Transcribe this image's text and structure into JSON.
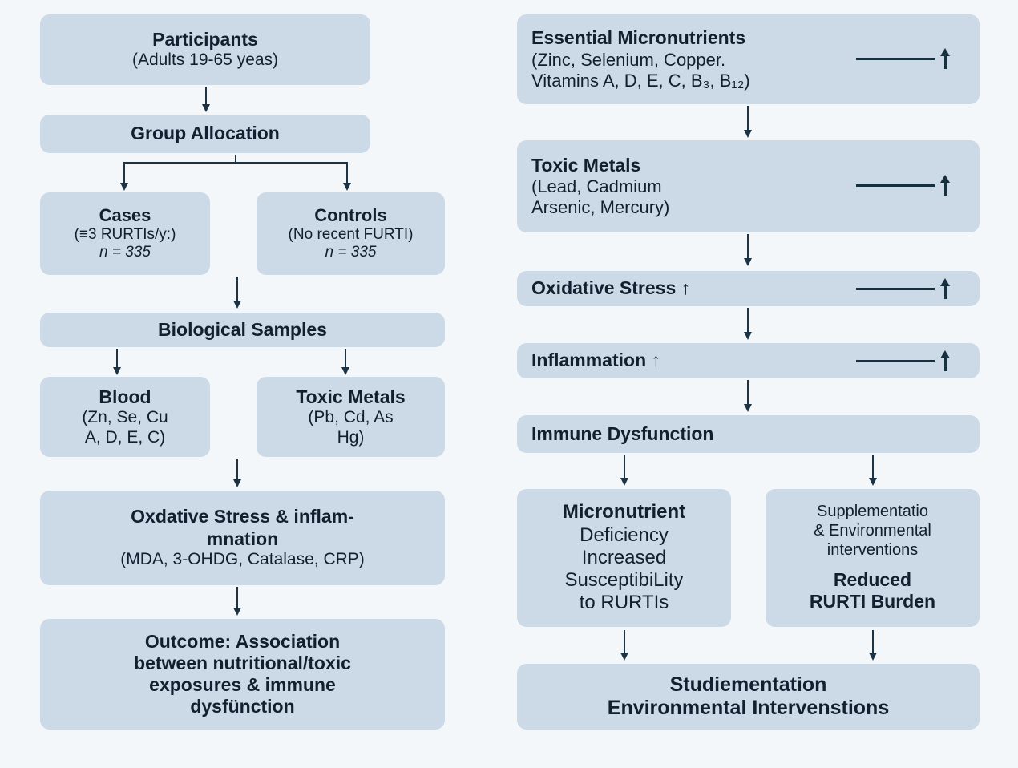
{
  "colors": {
    "background": "#f4f7fa",
    "box_fill": "#ccd9e6",
    "text": "#10202e",
    "arrow": "#1d3344",
    "link_line": "#16303f"
  },
  "diagram": {
    "type": "flowchart",
    "title": "",
    "left_column": {
      "nodes": [
        {
          "id": "participants",
          "lines": [
            {
              "text": "Participants",
              "bold": true
            },
            {
              "text": "(Adults 19-65 yeas)",
              "bold": false
            }
          ]
        },
        {
          "id": "group-allocation",
          "lines": [
            {
              "text": "Group Allocation",
              "bold": true
            }
          ]
        },
        {
          "id": "cases",
          "lines": [
            {
              "text": "Cases",
              "bold": true
            },
            {
              "text": "(≡3 RURTIs/y:)",
              "bold": false
            },
            {
              "text": "n = 335",
              "bold": false,
              "italic_first": true
            }
          ]
        },
        {
          "id": "controls",
          "lines": [
            {
              "text": "Controls",
              "bold": true
            },
            {
              "text": "(No recent FURTI)",
              "bold": false
            },
            {
              "text": "n = 335",
              "bold": false,
              "italic_first": true
            }
          ]
        },
        {
          "id": "biological-samples",
          "lines": [
            {
              "text": "Biological Samples",
              "bold": true
            }
          ]
        },
        {
          "id": "blood",
          "lines": [
            {
              "text": "Blood",
              "bold": true
            },
            {
              "text": "(Zn, Se, Cu",
              "bold": false
            },
            {
              "text": "A, D, E, C)",
              "bold": false
            }
          ]
        },
        {
          "id": "toxic-metals-sample",
          "lines": [
            {
              "text": "Toxic Metals",
              "bold": true
            },
            {
              "text": "(Pb, Cd, As",
              "bold": false
            },
            {
              "text": "Hg)",
              "bold": false
            }
          ]
        },
        {
          "id": "oxidative-stress-inflammation",
          "lines": [
            {
              "text": "Oxdative Stress & inflam-",
              "bold": true
            },
            {
              "text": "mnation",
              "bold": true
            },
            {
              "text": "(MDA, 3-OHDG, Catalase, CRP)",
              "bold": false
            }
          ]
        },
        {
          "id": "outcome",
          "lines": [
            {
              "text": "Outcome: Association",
              "bold": true
            },
            {
              "text": "between nutritional/toxic",
              "bold": true
            },
            {
              "text": "exposures & immune",
              "bold": true
            },
            {
              "text": "dysfünction",
              "bold": true
            }
          ]
        }
      ]
    },
    "right_column": {
      "nodes": [
        {
          "id": "essential-micronutrients",
          "has_link_arrow": true,
          "lines": [
            {
              "text": "Essential Micronutrients",
              "bold": true
            },
            {
              "text": "(Zinc, Selenium, Copper.",
              "bold": false
            },
            {
              "text": "Vitamins A, D, E, C, B₃, B₁₂)",
              "bold": false
            }
          ]
        },
        {
          "id": "toxic-metals",
          "has_link_arrow": true,
          "lines": [
            {
              "text": "Toxic Metals",
              "bold": true
            },
            {
              "text": "(Lead, Cadmium",
              "bold": false
            },
            {
              "text": "Arsenic, Mercury)",
              "bold": false
            }
          ]
        },
        {
          "id": "oxidative-stress",
          "has_link_arrow": true,
          "lines": [
            {
              "text": "Oxidative Stress ↑",
              "bold": true
            }
          ]
        },
        {
          "id": "inflammation",
          "has_link_arrow": true,
          "lines": [
            {
              "text": "Inflammation ↑",
              "bold": true
            }
          ]
        },
        {
          "id": "immune-dysfunction",
          "has_link_arrow": false,
          "lines": [
            {
              "text": "Immune Dysfunction",
              "bold": true
            }
          ]
        },
        {
          "id": "micronutrient-deficiency",
          "has_link_arrow": false,
          "lines": [
            {
              "text": "Micronutrient",
              "bold": true
            },
            {
              "text": "Deficiency",
              "bold": false
            },
            {
              "text": "Increased",
              "bold": false
            },
            {
              "text": "SusceptibiLity",
              "bold": false
            },
            {
              "text": "to RURTIs",
              "bold": false
            }
          ]
        },
        {
          "id": "supplementation-interventions",
          "has_link_arrow": false,
          "lines": [
            {
              "text": "Supplementatio",
              "bold": false
            },
            {
              "text": "& Environmental",
              "bold": false
            },
            {
              "text": "interventions",
              "bold": false
            },
            {
              "text": "",
              "bold": false
            },
            {
              "text": "Reduced",
              "bold": true
            },
            {
              "text": "RURTI Burden",
              "bold": true
            }
          ]
        },
        {
          "id": "study-implementation",
          "has_link_arrow": false,
          "lines": [
            {
              "text": "Studiementation",
              "bold": true
            },
            {
              "text": "Environmental Intervenstions",
              "bold": true
            }
          ]
        }
      ]
    }
  }
}
